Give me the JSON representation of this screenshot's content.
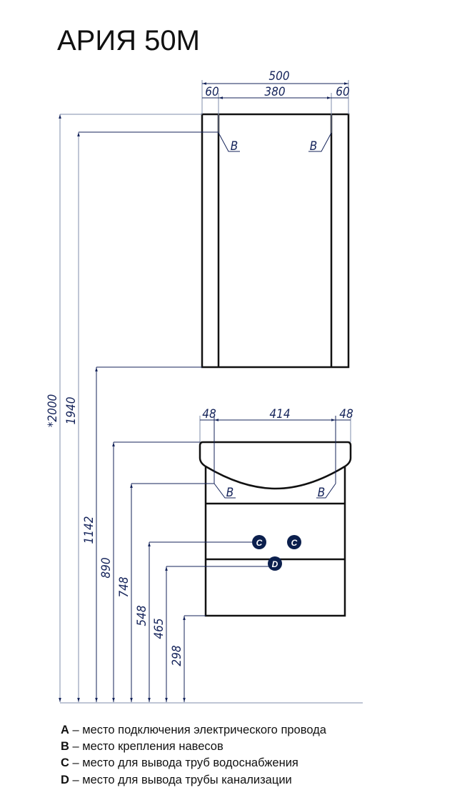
{
  "title": "АРИЯ 50М",
  "colors": {
    "dimension": "#14235a",
    "extension": "#7f8cab",
    "outline": "#111111",
    "marker": "#0b1f4d"
  },
  "mirror_dims": {
    "total": "500",
    "left": "60",
    "middle": "380",
    "right": "60"
  },
  "cabinet_dims": {
    "left": "48",
    "middle": "414",
    "right": "48"
  },
  "heights": {
    "total": "*2000",
    "mirror_mount": "1940",
    "mirror_bottom": "1142",
    "top": "890",
    "mount": "748",
    "water": "548",
    "drain": "465",
    "bottom": "298"
  },
  "markers": {
    "b": "B",
    "c": "C",
    "d": "D"
  },
  "legend": [
    {
      "key": "A",
      "text": " – место подключения электрического провода"
    },
    {
      "key": "B",
      "text": " – место крепления навесов"
    },
    {
      "key": "C",
      "text": " – место для вывода труб водоснабжения"
    },
    {
      "key": "D",
      "text": " – место для вывода трубы канализации"
    }
  ]
}
